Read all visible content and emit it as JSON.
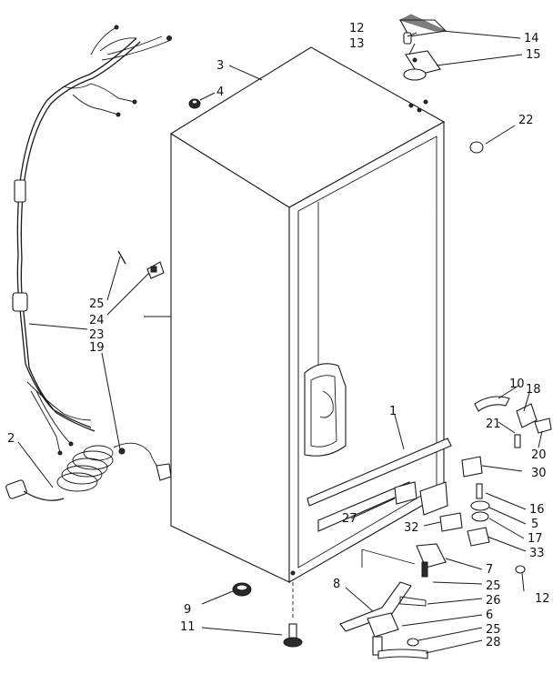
{
  "callouts": [
    {
      "id": "c1",
      "text": "1"
    },
    {
      "id": "c2",
      "text": "2"
    },
    {
      "id": "c3",
      "text": "3"
    },
    {
      "id": "c4",
      "text": "4"
    },
    {
      "id": "c5",
      "text": "5"
    },
    {
      "id": "c6",
      "text": "6"
    },
    {
      "id": "c7",
      "text": "7"
    },
    {
      "id": "c8",
      "text": "8"
    },
    {
      "id": "c9",
      "text": "9"
    },
    {
      "id": "c10",
      "text": "10"
    },
    {
      "id": "c11",
      "text": "11"
    },
    {
      "id": "c12a",
      "text": "12"
    },
    {
      "id": "c12b",
      "text": "12"
    },
    {
      "id": "c13",
      "text": "13"
    },
    {
      "id": "c14",
      "text": "14"
    },
    {
      "id": "c15",
      "text": "15"
    },
    {
      "id": "c16",
      "text": "16"
    },
    {
      "id": "c17",
      "text": "17"
    },
    {
      "id": "c18",
      "text": "18"
    },
    {
      "id": "c19",
      "text": "19"
    },
    {
      "id": "c20",
      "text": "20"
    },
    {
      "id": "c21",
      "text": "21"
    },
    {
      "id": "c22",
      "text": "22"
    },
    {
      "id": "c23",
      "text": "23"
    },
    {
      "id": "c24",
      "text": "24"
    },
    {
      "id": "c25a",
      "text": "25"
    },
    {
      "id": "c25b",
      "text": "25"
    },
    {
      "id": "c25c",
      "text": "25"
    },
    {
      "id": "c26",
      "text": "26"
    },
    {
      "id": "c27",
      "text": "27"
    },
    {
      "id": "c28",
      "text": "28"
    },
    {
      "id": "c30",
      "text": "30"
    },
    {
      "id": "c32",
      "text": "32"
    },
    {
      "id": "c33",
      "text": "33"
    }
  ]
}
